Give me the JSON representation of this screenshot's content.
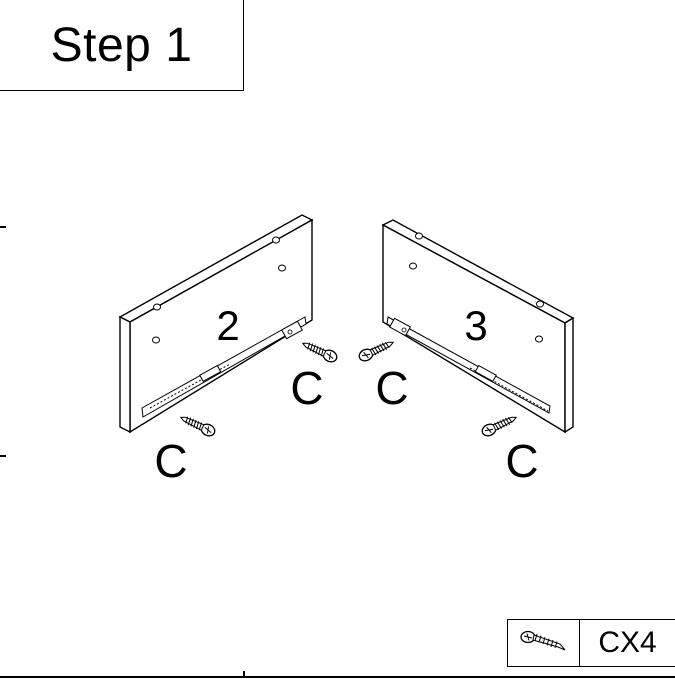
{
  "step": {
    "title": "Step 1"
  },
  "panels": [
    {
      "number": "2"
    },
    {
      "number": "3"
    }
  ],
  "callouts": {
    "left_panel_top": "C",
    "left_panel_bottom": "C",
    "right_panel_top": "C",
    "right_panel_bottom": "C"
  },
  "parts": {
    "quantity": "CX4",
    "icon": "screw-icon"
  }
}
